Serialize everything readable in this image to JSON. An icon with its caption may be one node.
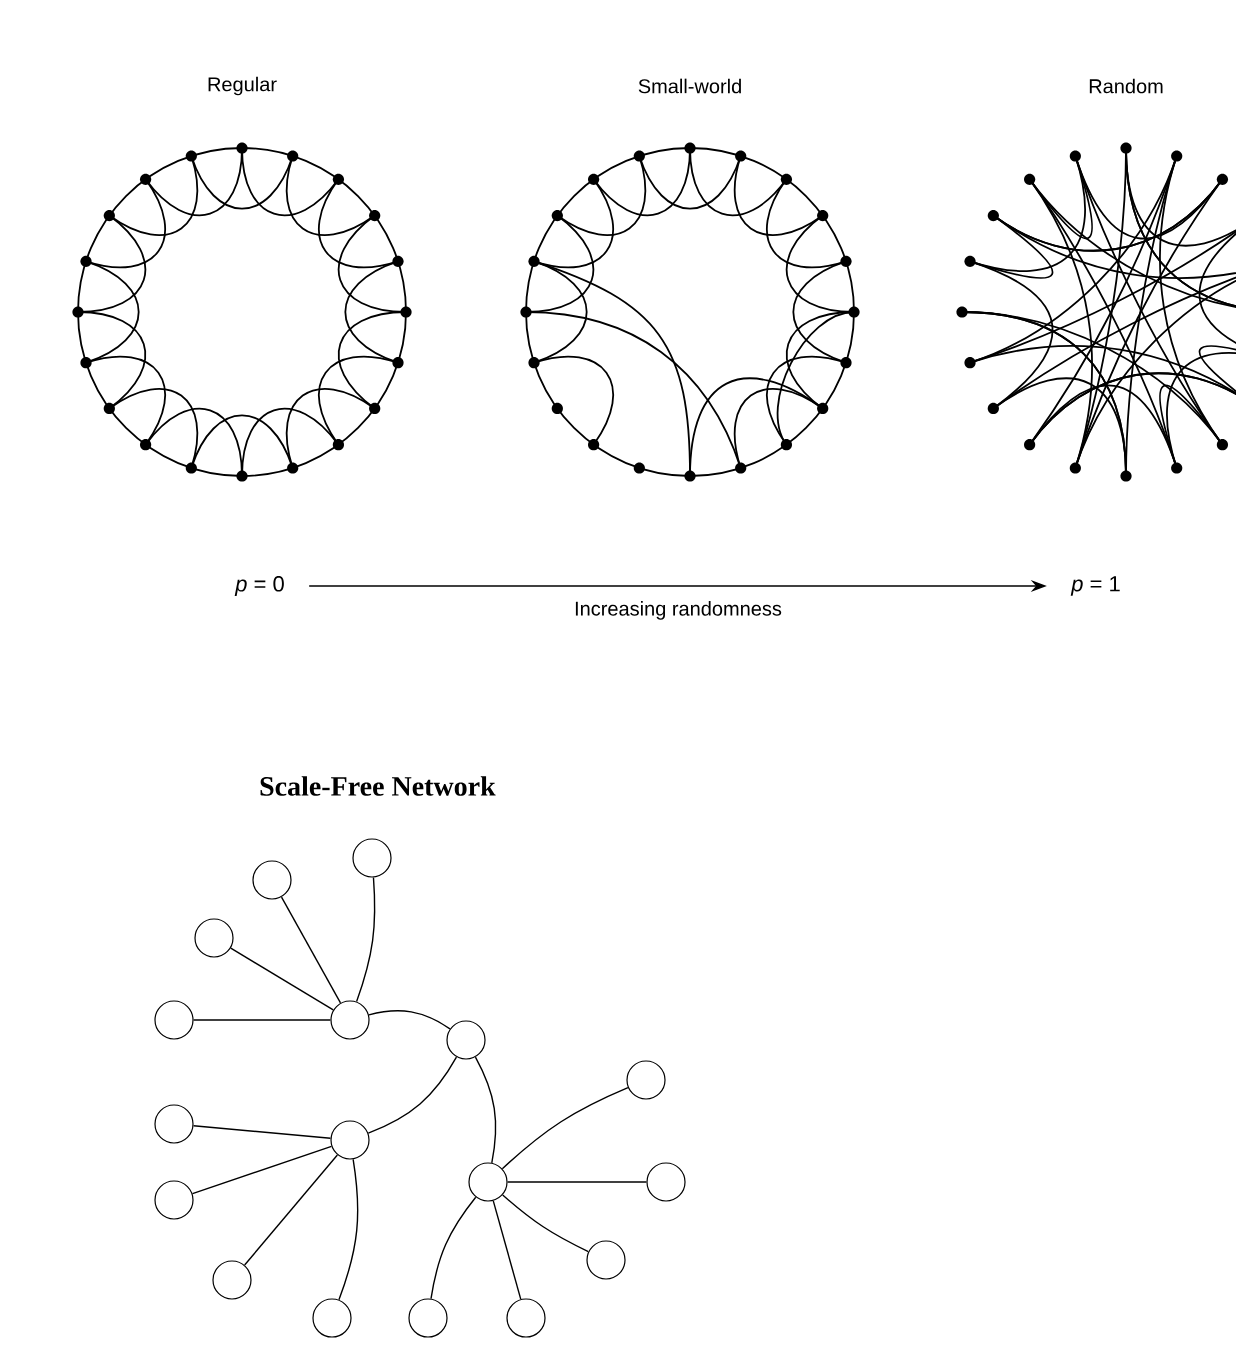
{
  "diagram": {
    "title": "Scale-Free Network",
    "nodes": [
      {
        "text": [
          "*p* = 0"
        ]
      },
      {
        "text": [
          "*p* = 1"
        ]
      },
      {
        "text": [],
        "shape": "circle"
      },
      {
        "text": [],
        "shape": "circle"
      },
      {
        "text": [],
        "shape": "circle"
      },
      {
        "text": [],
        "shape": "circle"
      },
      {
        "text": [],
        "shape": "circle"
      },
      {
        "text": [],
        "shape": "circle"
      },
      {
        "text": [],
        "shape": "circle"
      },
      {
        "text": [],
        "shape": "circle"
      },
      {
        "text": [],
        "shape": "circle"
      },
      {
        "text": [],
        "shape": "circle"
      },
      {
        "text": [],
        "shape": "circle"
      },
      {
        "text": [],
        "shape": "circle"
      },
      {
        "text": [],
        "shape": "circle"
      },
      {
        "text": [],
        "shape": "circle"
      },
      {
        "text": [],
        "shape": "circle"
      },
      {
        "text": [],
        "shape": "circle"
      },
      {
        "text": [],
        "shape": "circle"
      }
    ],
    "edges": [
      {
        "from": 0,
        "to": 1,
        "arrow": "to",
        "label": "Increasing randomness"
      },
      {
        "from": 6,
        "to": 2,
        "arrow": "none"
      },
      {
        "from": 6,
        "to": 3,
        "arrow": "none"
      },
      {
        "from": 6,
        "to": 4,
        "arrow": "none"
      },
      {
        "from": 6,
        "to": 5,
        "arrow": "none"
      },
      {
        "from": 6,
        "to": 7,
        "arrow": "none"
      },
      {
        "from": 7,
        "to": 10,
        "arrow": "none"
      },
      {
        "from": 7,
        "to": 11,
        "arrow": "none"
      },
      {
        "from": 10,
        "to": 9,
        "arrow": "none"
      },
      {
        "from": 10,
        "to": 13,
        "arrow": "none"
      },
      {
        "from": 10,
        "to": 15,
        "arrow": "none"
      },
      {
        "from": 10,
        "to": 16,
        "arrow": "none"
      },
      {
        "from": 11,
        "to": 8,
        "arrow": "none"
      },
      {
        "from": 11,
        "to": 12,
        "arrow": "none"
      },
      {
        "from": 11,
        "to": 14,
        "arrow": "none"
      },
      {
        "from": 11,
        "to": 18,
        "arrow": "none"
      },
      {
        "from": 11,
        "to": 17,
        "arrow": "none"
      }
    ],
    "labels": [
      "Regular",
      "Small-world",
      "Random"
    ]
  }
}
